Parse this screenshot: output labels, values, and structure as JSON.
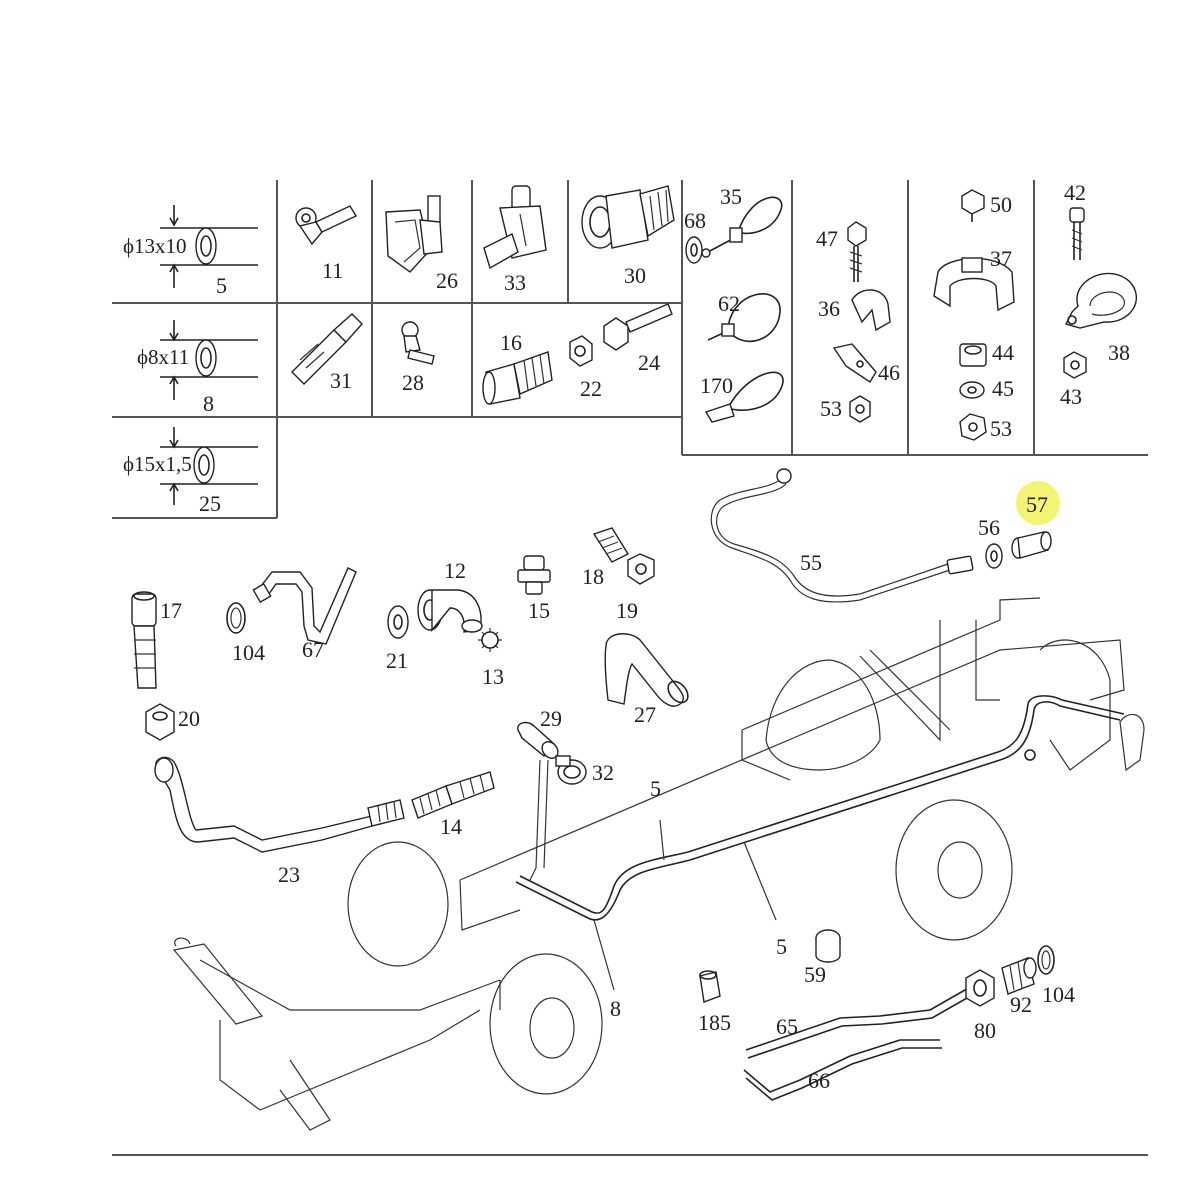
{
  "highlight": {
    "label": "57",
    "color": "#f2f25a"
  },
  "hoses": [
    {
      "dim": "ϕ13x10",
      "label": "5"
    },
    {
      "dim": "ϕ8x11",
      "label": "8"
    },
    {
      "dim": "ϕ15x1,5",
      "label": "25"
    }
  ],
  "labels": {
    "l11": "11",
    "l26": "26",
    "l33": "33",
    "l30": "30",
    "l31": "31",
    "l28": "28",
    "l16": "16",
    "l22": "22",
    "l24": "24",
    "l68": "68",
    "l35": "35",
    "l62": "62",
    "l170": "170",
    "l47": "47",
    "l36": "36",
    "l46": "46",
    "l53a": "53",
    "l50": "50",
    "l37": "37",
    "l44": "44",
    "l45": "45",
    "l53b": "53",
    "l42": "42",
    "l38": "38",
    "l43": "43",
    "l17": "17",
    "l104a": "104",
    "l67": "67",
    "l12": "12",
    "l21": "21",
    "l13": "13",
    "l15": "15",
    "l18": "18",
    "l19": "19",
    "l55": "55",
    "l56": "56",
    "l57": "57",
    "l27": "27",
    "l20": "20",
    "l29": "29",
    "l32": "32",
    "l14": "14",
    "l23": "23",
    "l5a": "5",
    "l5b": "5",
    "l59": "59",
    "l8": "8",
    "l185": "185",
    "l65": "65",
    "l66": "66",
    "l80": "80",
    "l92": "92",
    "l104b": "104"
  }
}
